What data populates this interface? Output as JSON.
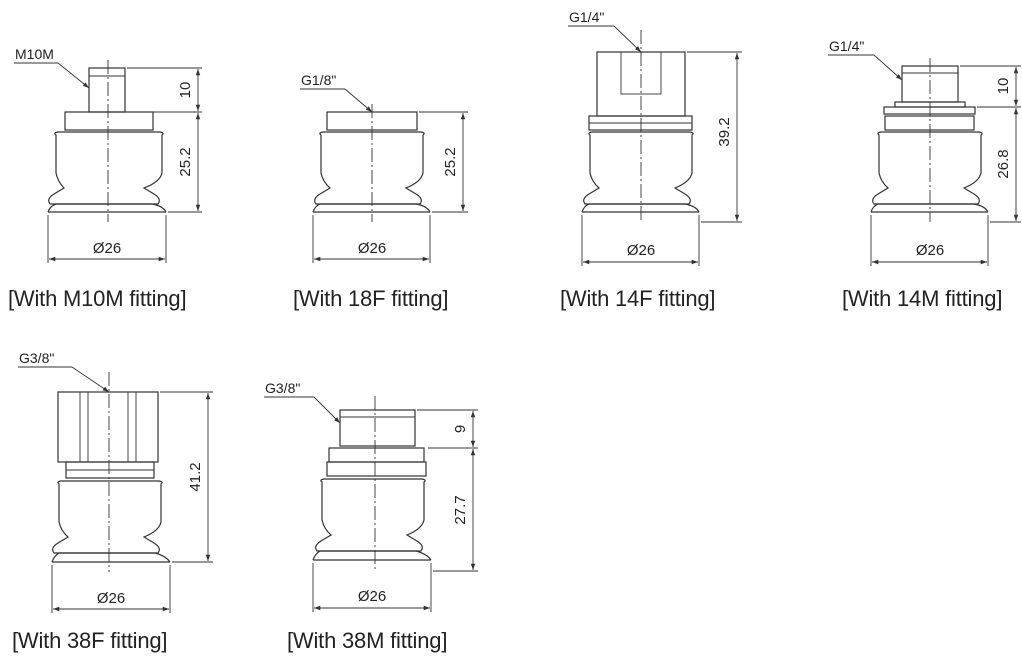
{
  "diagrams": [
    {
      "id": "m10m",
      "fitting_label": "M10M",
      "caption": "[With M10M fitting]",
      "diameter_label": "Ø26",
      "dimensions": [
        "10",
        "25.2"
      ]
    },
    {
      "id": "18f",
      "fitting_label": "G1/8\"",
      "caption": "[With 18F fitting]",
      "diameter_label": "Ø26",
      "dimensions": [
        "25.2"
      ]
    },
    {
      "id": "14f",
      "fitting_label": "G1/4\"",
      "caption": "[With 14F fitting]",
      "diameter_label": "Ø26",
      "dimensions": [
        "39.2"
      ]
    },
    {
      "id": "14m",
      "fitting_label": "G1/4\"",
      "caption": "[With 14M fitting]",
      "diameter_label": "Ø26",
      "dimensions": [
        "10",
        "26.8"
      ]
    },
    {
      "id": "38f",
      "fitting_label": "G3/8\"",
      "caption": "[With 38F fitting]",
      "diameter_label": "Ø26",
      "dimensions": [
        "41.2"
      ]
    },
    {
      "id": "38m",
      "fitting_label": "G3/8\"",
      "caption": "[With 38M fitting]",
      "diameter_label": "Ø26",
      "dimensions": [
        "9",
        "27.7"
      ]
    }
  ]
}
